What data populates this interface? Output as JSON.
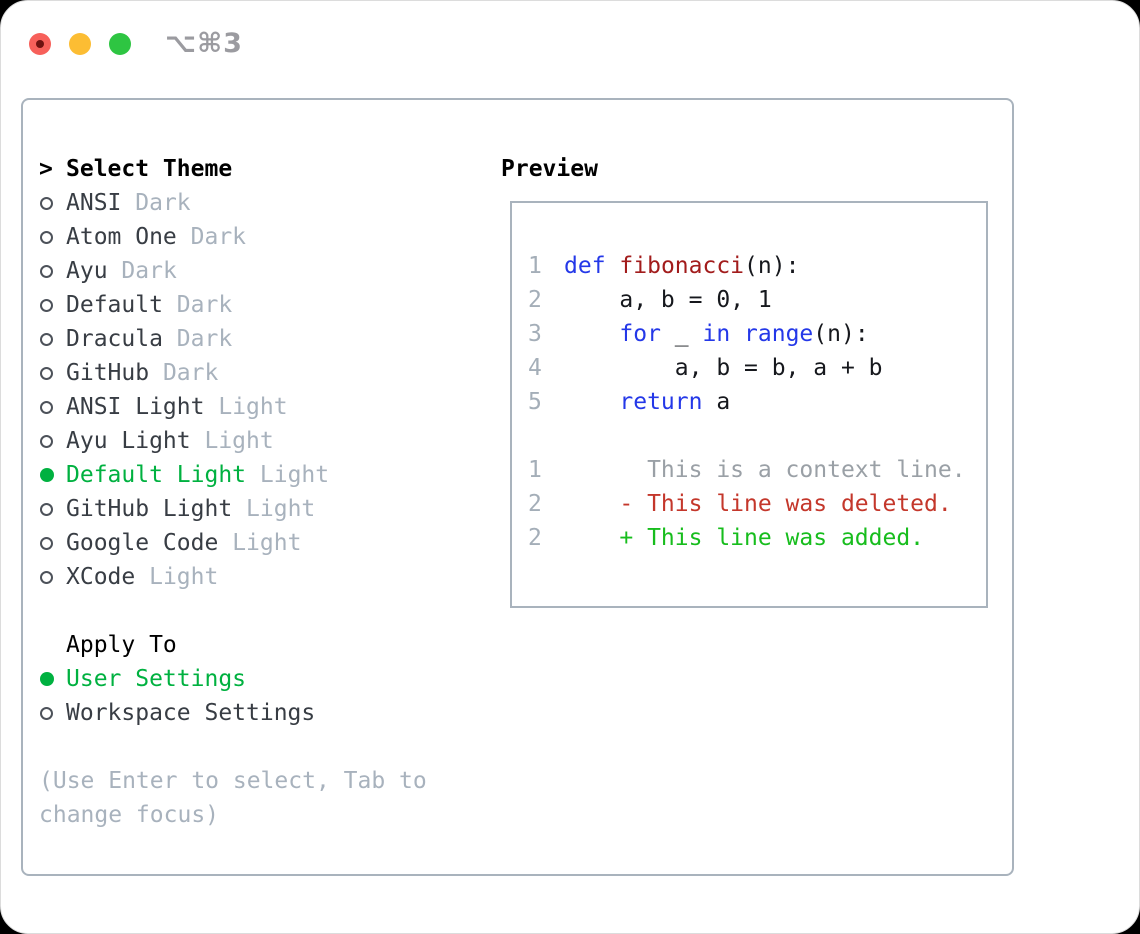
{
  "titlebar": {
    "shortcut": "⌥⌘3",
    "traffic_lights": [
      "close",
      "minimize",
      "zoom"
    ]
  },
  "colors": {
    "accent_green": "#00b140",
    "keyword_blue": "#2438e8",
    "function_red": "#a21c1c",
    "deleted_red": "#c4372b",
    "added_green": "#17bd1d",
    "muted_gray": "#a8b2bd",
    "context_gray": "#9aa0a6",
    "border_gray": "#a9b3bd",
    "traffic_red": "#f7605a",
    "traffic_yellow": "#fcbd33",
    "traffic_green": "#2ec542"
  },
  "sidebar": {
    "cursor": ">",
    "title": "Select Theme",
    "themes": [
      {
        "name": "ANSI",
        "variant": "Dark",
        "selected": false
      },
      {
        "name": "Atom One",
        "variant": "Dark",
        "selected": false
      },
      {
        "name": "Ayu",
        "variant": "Dark",
        "selected": false
      },
      {
        "name": "Default",
        "variant": "Dark",
        "selected": false
      },
      {
        "name": "Dracula",
        "variant": "Dark",
        "selected": false
      },
      {
        "name": "GitHub",
        "variant": "Dark",
        "selected": false
      },
      {
        "name": "ANSI Light",
        "variant": "Light",
        "selected": false
      },
      {
        "name": "Ayu Light",
        "variant": "Light",
        "selected": false
      },
      {
        "name": "Default Light",
        "variant": "Light",
        "selected": true
      },
      {
        "name": "GitHub Light",
        "variant": "Light",
        "selected": false
      },
      {
        "name": "Google Code",
        "variant": "Light",
        "selected": false
      },
      {
        "name": "XCode",
        "variant": "Light",
        "selected": false
      }
    ],
    "apply_to": {
      "title": "Apply To",
      "options": [
        {
          "label": "User Settings",
          "selected": true
        },
        {
          "label": "Workspace Settings",
          "selected": false
        }
      ]
    },
    "hint": "(Use Enter to select, Tab to change focus)"
  },
  "preview": {
    "title": "Preview",
    "lines": [
      {
        "num": "1",
        "segs": [
          {
            "t": "def",
            "c": "kw"
          },
          {
            "t": " ",
            "c": "pl"
          },
          {
            "t": "fibonacci",
            "c": "fn"
          },
          {
            "t": "(n):",
            "c": "pl"
          }
        ]
      },
      {
        "num": "2",
        "segs": [
          {
            "t": "    a, b = 0, 1",
            "c": "pl"
          }
        ]
      },
      {
        "num": "3",
        "segs": [
          {
            "t": "    ",
            "c": "pl"
          },
          {
            "t": "for",
            "c": "kw"
          },
          {
            "t": " _ ",
            "c": "pl"
          },
          {
            "t": "in",
            "c": "kw"
          },
          {
            "t": " ",
            "c": "pl"
          },
          {
            "t": "range",
            "c": "kw"
          },
          {
            "t": "(n):",
            "c": "pl"
          }
        ]
      },
      {
        "num": "4",
        "segs": [
          {
            "t": "        a, b = b, a + b",
            "c": "pl"
          }
        ]
      },
      {
        "num": "5",
        "segs": [
          {
            "t": "    ",
            "c": "pl"
          },
          {
            "t": "return",
            "c": "kw"
          },
          {
            "t": " a",
            "c": "pl"
          }
        ]
      },
      {
        "num": "",
        "segs": []
      },
      {
        "num": "1",
        "segs": [
          {
            "t": "      This is a context line.",
            "c": "ctx"
          }
        ]
      },
      {
        "num": "2",
        "segs": [
          {
            "t": "    - This line was deleted.",
            "c": "del"
          }
        ]
      },
      {
        "num": "2",
        "segs": [
          {
            "t": "    + This line was added.",
            "c": "add"
          }
        ]
      }
    ]
  }
}
